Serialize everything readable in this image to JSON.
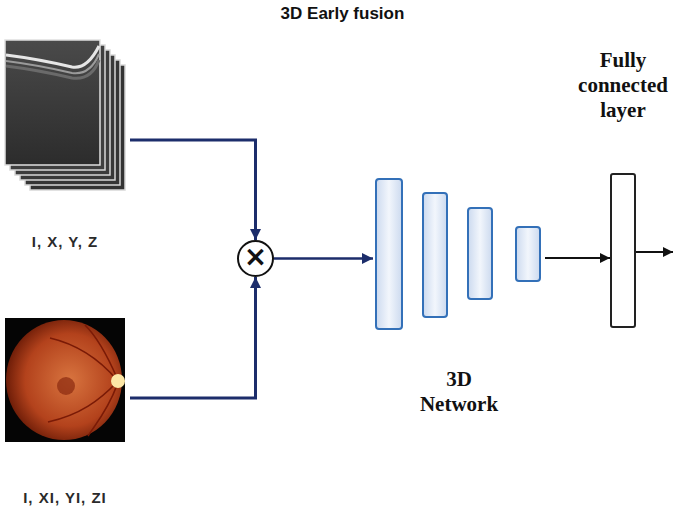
{
  "diagram": {
    "title": "3D Early fusion",
    "nodes": [
      {
        "text": [
          "I, X, Y, Z"
        ]
      },
      {
        "text": [
          "I, XI, YI, ZI"
        ]
      },
      {
        "text": [
          "×"
        ]
      },
      {
        "text": [
          "3D Network"
        ]
      },
      {
        "text": [
          "Fully connected layer"
        ]
      }
    ],
    "edges": [
      {
        "from": 0,
        "to": 2,
        "arrow": "to"
      },
      {
        "from": 1,
        "to": 2,
        "arrow": "to"
      },
      {
        "from": 2,
        "to": 3,
        "arrow": "to"
      },
      {
        "from": 3,
        "to": 4,
        "arrow": "to"
      }
    ]
  }
}
